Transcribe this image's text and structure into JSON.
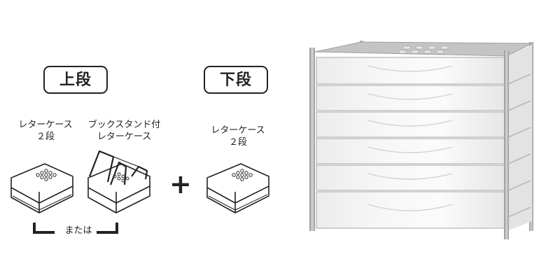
{
  "upper_tier": {
    "label": "上段",
    "option_a": {
      "line1": "レターケース",
      "line2": "２段"
    },
    "option_b": {
      "line1": "ブックスタンド付",
      "line2": "レターケース"
    },
    "or_label": "または"
  },
  "plus_sign": "+",
  "lower_tier": {
    "label": "下段",
    "option": {
      "line1": "レターケース",
      "line2": "２段"
    }
  },
  "colors": {
    "line": "#222222",
    "frame": "#a9a9a9",
    "drawer": "#e9e9e9",
    "drawer_top": "#bdbdbd"
  }
}
